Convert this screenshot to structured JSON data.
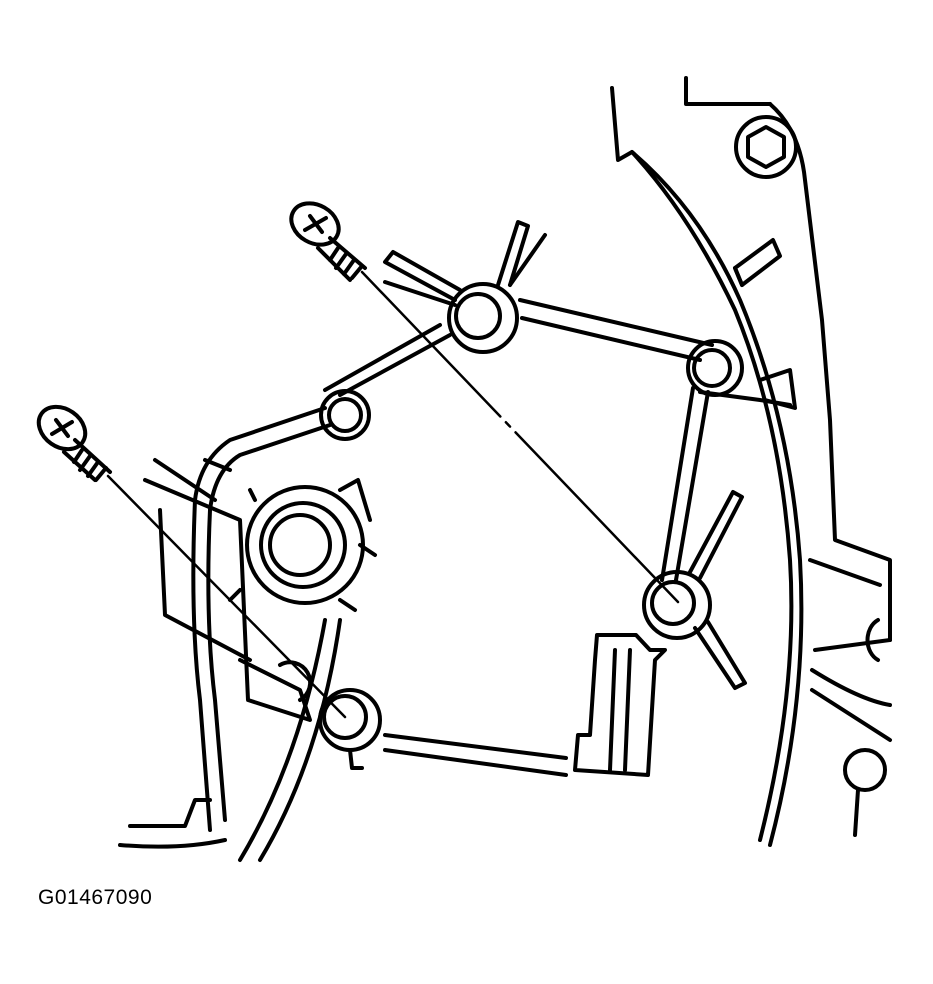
{
  "figure": {
    "id_label": "G01467090"
  },
  "colors": {
    "ink": "#000000",
    "paper": "#ffffff"
  },
  "parts": [
    {
      "name": "screw-upper",
      "icon": "screw-icon"
    },
    {
      "name": "screw-lower",
      "icon": "screw-icon"
    },
    {
      "name": "timing-belt-cover",
      "icon": "cover-outline"
    },
    {
      "name": "bolt-hex-upper-right",
      "icon": "hex-bolt-icon"
    },
    {
      "name": "grommet",
      "icon": "ring-icon"
    }
  ]
}
